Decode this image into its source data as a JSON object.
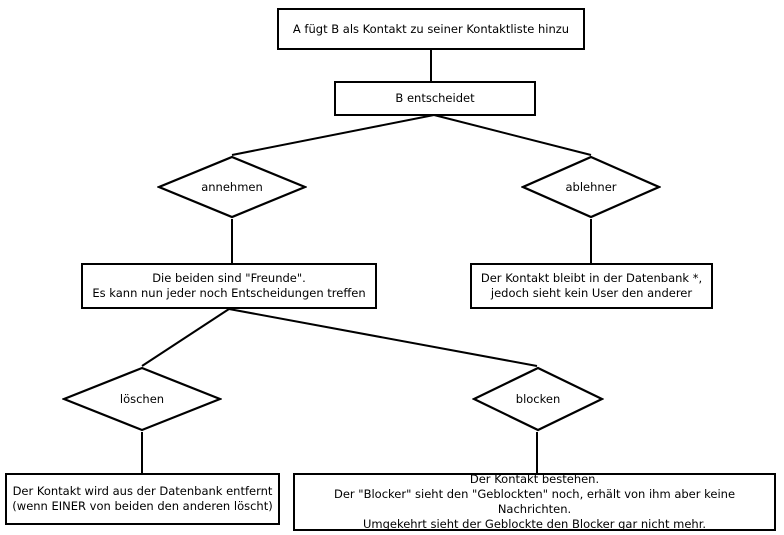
{
  "diagram": {
    "title": "Kontakt-Entscheidungs-Flussdiagramm",
    "language": "de",
    "stroke_color": "#000000",
    "background_color": "#ffffff",
    "nodes": [
      {
        "id": "start",
        "shape": "rectangle",
        "label": "A fügt B als Kontakt zu seiner Kontaktliste hinzu"
      },
      {
        "id": "decision-b",
        "shape": "rectangle",
        "label": "B entscheidet"
      },
      {
        "id": "annehmen",
        "shape": "diamond",
        "label": "annehmen"
      },
      {
        "id": "ablehner",
        "shape": "diamond",
        "label": "ablehner"
      },
      {
        "id": "freunde",
        "shape": "rectangle",
        "label": "Die beiden sind \"Freunde\".\nEs kann nun jeder noch Entscheidungen treffen"
      },
      {
        "id": "bleibt-datenbank",
        "shape": "rectangle",
        "label": "Der Kontakt bleibt in der Datenbank *,\njedoch sieht kein User den anderer"
      },
      {
        "id": "loeschen",
        "shape": "diamond",
        "label": "löschen"
      },
      {
        "id": "blocken",
        "shape": "diamond",
        "label": "blocken"
      },
      {
        "id": "entfernt",
        "shape": "rectangle",
        "label": "Der Kontakt wird aus der Datenbank entfernt\n(wenn EINER von beiden den anderen löscht)"
      },
      {
        "id": "besteht",
        "shape": "rectangle",
        "label": "Der Kontakt bestehen.\nDer \"Blocker\" sieht den \"Geblockten\" noch, erhält von ihm aber keine Nachrichten.\nUmgekehrt sieht der Geblockte den Blocker gar nicht mehr."
      }
    ],
    "edges": [
      {
        "from": "start",
        "to": "decision-b"
      },
      {
        "from": "decision-b",
        "to": "annehmen"
      },
      {
        "from": "decision-b",
        "to": "ablehner"
      },
      {
        "from": "annehmen",
        "to": "freunde"
      },
      {
        "from": "ablehner",
        "to": "bleibt-datenbank"
      },
      {
        "from": "freunde",
        "to": "loeschen"
      },
      {
        "from": "freunde",
        "to": "blocken"
      },
      {
        "from": "loeschen",
        "to": "entfernt"
      },
      {
        "from": "blocken",
        "to": "besteht"
      }
    ]
  }
}
